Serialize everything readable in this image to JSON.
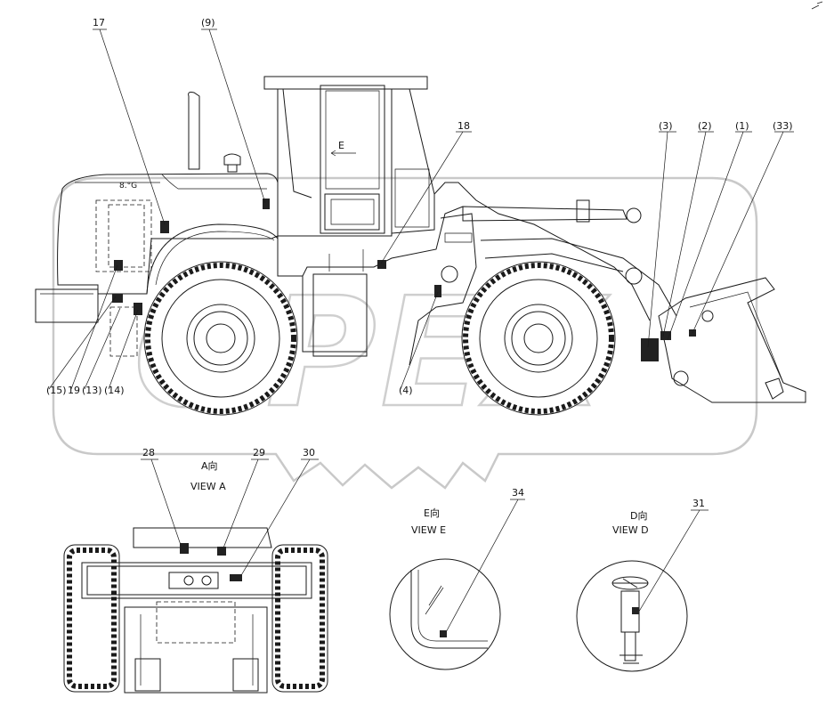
{
  "callouts_main": [
    {
      "id": "c17",
      "text": "17"
    },
    {
      "id": "c9",
      "text": "(9)"
    },
    {
      "id": "c18",
      "text": "18"
    },
    {
      "id": "c3",
      "text": "(3)"
    },
    {
      "id": "c2",
      "text": "(2)"
    },
    {
      "id": "c1",
      "text": "(1)"
    },
    {
      "id": "c33",
      "text": "(33)"
    },
    {
      "id": "c15",
      "text": "(15)"
    },
    {
      "id": "c19",
      "text": "19"
    },
    {
      "id": "c13",
      "text": "(13)"
    },
    {
      "id": "c14",
      "text": "(14)"
    },
    {
      "id": "c4",
      "text": "(4)"
    }
  ],
  "view_a": {
    "title_cn": "A向",
    "title_en": "VIEW A",
    "callouts": [
      "28",
      "29",
      "30"
    ]
  },
  "view_e": {
    "title_cn": "E向",
    "title_en": "VIEW E",
    "callout": "34"
  },
  "view_d": {
    "title_cn": "D向",
    "title_en": "VIEW D",
    "callout": "31"
  },
  "cab_marker": "E",
  "watermark": "OPEX",
  "colors": {
    "line": "#1a1a1a",
    "watermark": "#c9c9c9",
    "background": "#ffffff"
  }
}
